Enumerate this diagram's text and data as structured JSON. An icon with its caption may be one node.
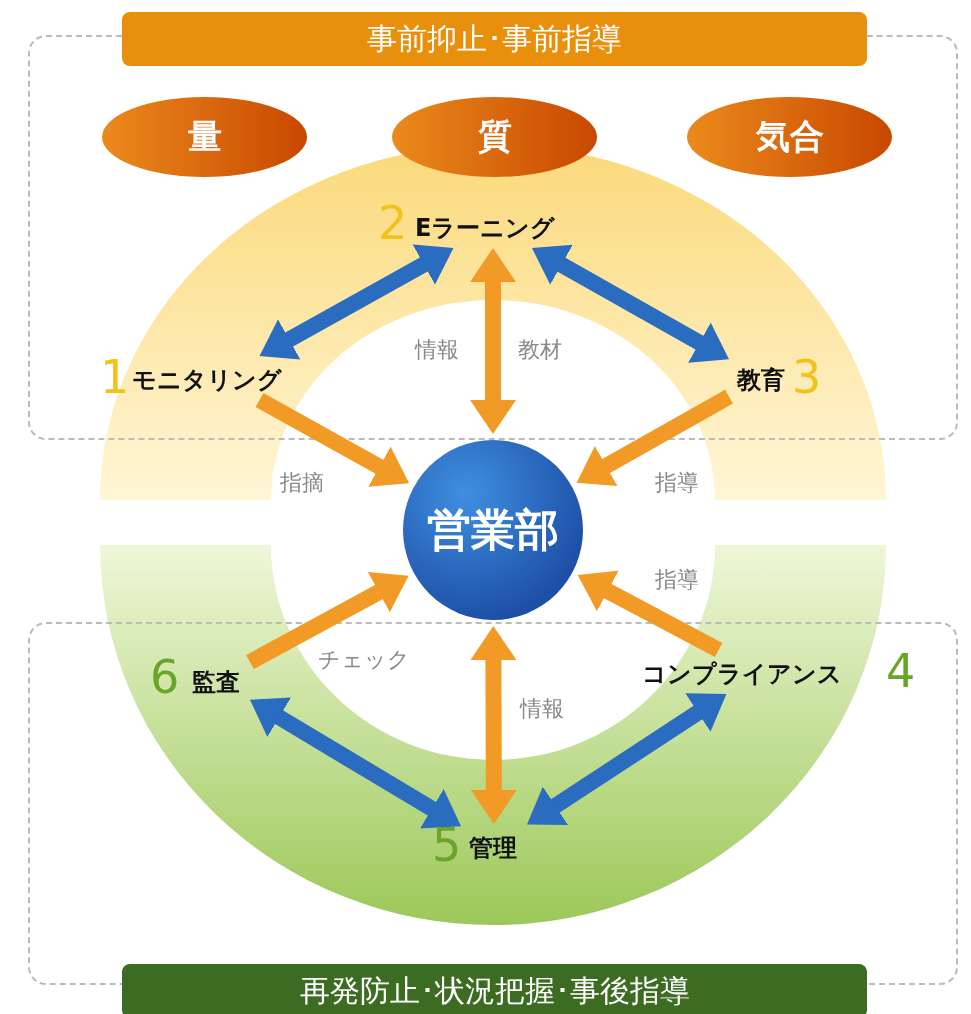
{
  "diagram": {
    "nodes": [
      {
        "text": [
          "事前抑止･事前指導"
        ]
      },
      {
        "text": [
          "量"
        ],
        "in": 0
      },
      {
        "text": [
          "質"
        ],
        "in": 0
      },
      {
        "text": [
          "気合"
        ],
        "in": 0
      },
      {
        "text": [
          "Eラーニング"
        ],
        "beside": [
          "2"
        ],
        "in": 0
      },
      {
        "text": [
          "モニタリング"
        ],
        "beside": [
          "1"
        ],
        "in": 0
      },
      {
        "text": [
          "教育"
        ],
        "beside": [
          "3"
        ],
        "in": 0
      },
      {
        "text": [
          "営業部"
        ]
      },
      {
        "text": [
          "再発防止･状況把握･事後指導"
        ]
      },
      {
        "text": [
          "コンプライアンス"
        ],
        "beside": [
          "4"
        ],
        "in": 8
      },
      {
        "text": [
          "管理"
        ],
        "beside": [
          "5"
        ],
        "in": 8
      },
      {
        "text": [
          "監査"
        ],
        "beside": [
          "6"
        ],
        "in": 8
      }
    ],
    "edges": [
      {
        "from": 4,
        "to": 5,
        "arrow": "both",
        "color": "#2a6cc0"
      },
      {
        "from": 4,
        "to": 6,
        "arrow": "both",
        "color": "#2a6cc0"
      },
      {
        "from": 4,
        "to": 7,
        "arrow": "both",
        "label": "情報"
      },
      {
        "from": 5,
        "to": 7,
        "arrow": "to",
        "label": "指摘"
      },
      {
        "from": 6,
        "to": 7,
        "arrow": "to",
        "label": "指導"
      },
      {
        "from": 9,
        "to": 7,
        "arrow": "to",
        "label": "指導"
      },
      {
        "from": 11,
        "to": 7,
        "arrow": "to",
        "label": "チェック"
      },
      {
        "from": 10,
        "to": 7,
        "arrow": "both",
        "label": "情報"
      },
      {
        "from": 11,
        "to": 10,
        "arrow": "both",
        "color": "#2a6cc0"
      },
      {
        "from": 9,
        "to": 10,
        "arrow": "both",
        "color": "#2a6cc0"
      }
    ],
    "labels": [
      "教材"
    ]
  }
}
